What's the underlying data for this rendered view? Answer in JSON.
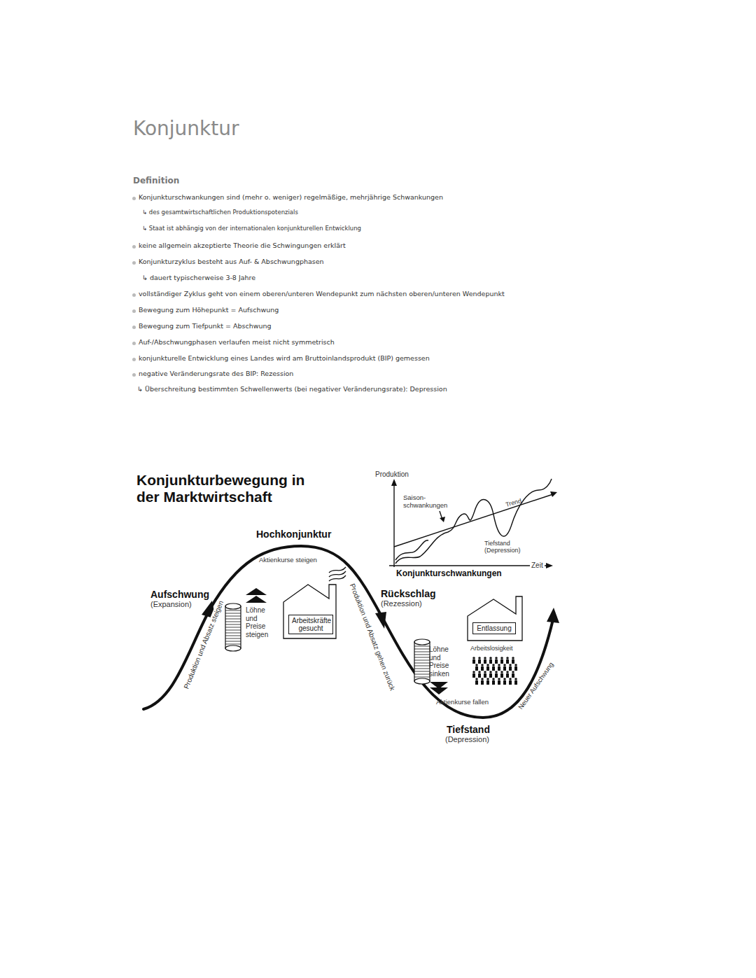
{
  "diagram": {
    "title": "Konjunktur",
    "nodes": [
      {
        "text": [
          "Arbeitskräfte gesucht"
        ]
      },
      {
        "text": [
          "Entlassung"
        ]
      }
    ],
    "labels": [
      "Definition",
      "Konjunkturschwankungen sind (mehr o. weniger) regelmäßige, mehrjährige Schwankungen",
      "↳ des gesamtwirtschaftlichen Produktionspotenzials",
      "↳ Staat ist abhängig von der internationalen konjunkturellen Entwicklung",
      "keine allgemein akzeptierte Theorie die Schwingungen erklärt",
      "Konjunkturzyklus besteht aus Auf- & Abschwungphasen",
      "↳ dauert typischerweise 3-8 Jahre",
      "vollständiger Zyklus geht von einem oberen/unteren Wendepunkt zum nächsten oberen/unteren Wendepunkt",
      "Bewegung zum Höhepunkt = Aufschwung",
      "Bewegung zum Tiefpunkt = Abschwung",
      "Auf-/Abschwungphasen verlaufen meist nicht symmetrisch",
      "konjunkturelle Entwicklung eines Landes wird am Bruttoinlandsprodukt (BIP) gemessen",
      "negative Veränderungsrate des BIP: Rezession",
      "↳ Überschreitung bestimmten Schwellenwerts (bei negativer Veränderungsrate): Depression",
      "Konjunkturbewegung in der Marktwirtschaft",
      "Hochkonjunktur",
      "Aktienkurse steigen",
      "Aufschwung",
      "(Expansion)",
      "Produktion und Absatz steigen",
      "Löhne und Preise steigen",
      "Produktion und Absatz gehen zurück",
      "Rückschlag",
      "(Rezession)",
      "Löhne und Preise sinken",
      "Arbeitslosigkeit",
      "Aktienkurse fallen",
      "Tiefstand",
      "(Depression)",
      "Neuer Aufschwung",
      "Produktion",
      "Saison- schwankungen",
      "Trend",
      "Tiefstand (Depression)",
      "Zeit",
      "Konjunkturschwankungen"
    ]
  }
}
